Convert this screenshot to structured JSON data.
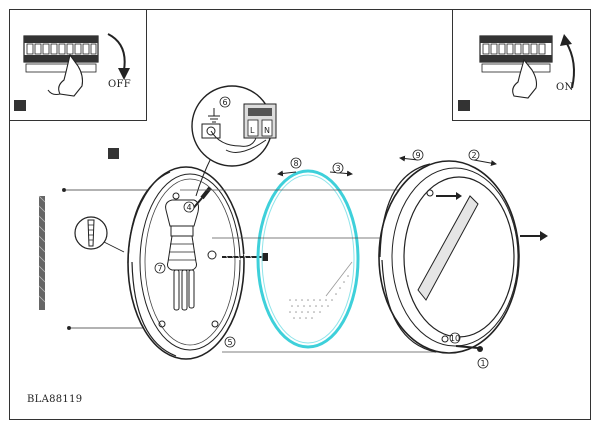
{
  "panels": {
    "off": {
      "label": "OFF"
    },
    "on": {
      "label": "ON"
    }
  },
  "model_code": "BLA88119",
  "terminal_labels": {
    "left": "L",
    "right": "N"
  },
  "step_numbers": [
    "1",
    "2",
    "3",
    "4",
    "5",
    "6",
    "7",
    "8",
    "9",
    "10"
  ],
  "icons": [
    "circuit-breaker-icon",
    "hand-icon",
    "rotation-arrow-icon",
    "screwdriver-icon",
    "earth-ground-icon",
    "energy-saving-bulb-icon",
    "screw-icon",
    "wall-plug-icon"
  ]
}
